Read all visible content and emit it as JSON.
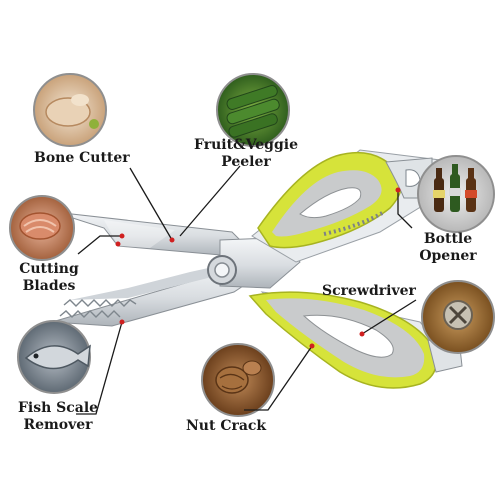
{
  "labels": {
    "bone_cutter": "Bone Cutter",
    "peeler_line1": "Fruit&Veggie",
    "peeler_line2": "Peeler",
    "cutting_line1": "Cutting",
    "cutting_line2": "Blades",
    "bottle_line1": "Bottle",
    "bottle_line2": "Opener",
    "screwdriver": "Screwdriver",
    "fish_line1": "Fish Scale",
    "fish_line2": "Remover",
    "nut_crack": "Nut Crack"
  },
  "colors": {
    "accent_lime": "#d6e33a",
    "handle_gray": "#c9cbcc",
    "blade_steel": "#e4e7ea",
    "pointer_red": "#d02020"
  },
  "features": [
    {
      "name": "bone-cutter",
      "icon": "meat-icon"
    },
    {
      "name": "fruit-veggie-peeler",
      "icon": "cucumber-icon"
    },
    {
      "name": "cutting-blades",
      "icon": "ham-icon"
    },
    {
      "name": "bottle-opener",
      "icon": "beer-bottles-icon"
    },
    {
      "name": "screwdriver",
      "icon": "screw-icon"
    },
    {
      "name": "fish-scale-remover",
      "icon": "fish-icon"
    },
    {
      "name": "nut-crack",
      "icon": "walnut-icon"
    }
  ]
}
